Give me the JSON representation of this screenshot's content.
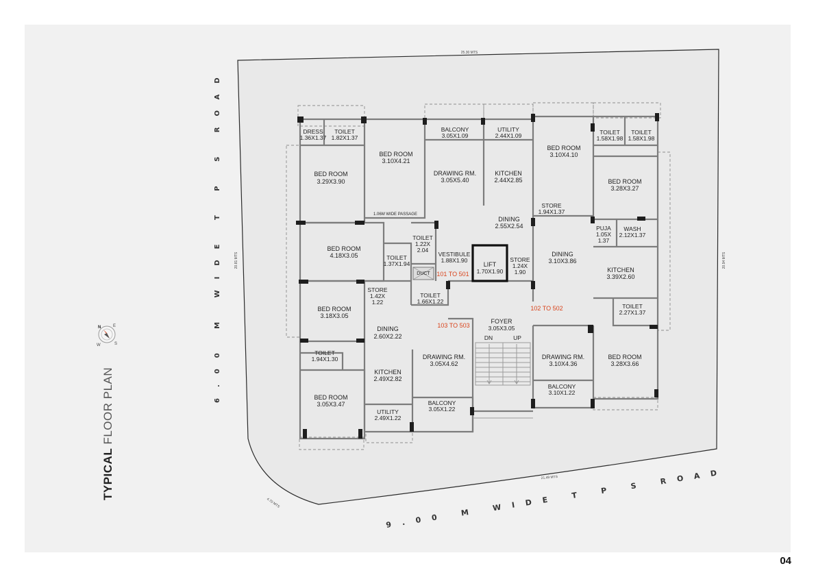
{
  "title": {
    "bold": "TYPICAL",
    "rest": "FLOOR PLAN"
  },
  "page_number": "04",
  "compass": {
    "n": "N",
    "e": "E",
    "s": "S",
    "w": "W"
  },
  "roads": {
    "left": "6.00 M WIDE T P S ROAD",
    "bottom": "9.00 M WIDE T P S ROAD"
  },
  "plot_dimensions": {
    "top": "25.30 MTS",
    "left": "20.81 MTS",
    "right": "20.94 MTS",
    "bottom": "21.49 MTS",
    "corner": "4.70 MTS"
  },
  "passage": "1.06M WIDE PASSAGE",
  "flat_numbers": {
    "a": "101 TO 501",
    "b": "102 TO 502",
    "c": "103 TO 503"
  },
  "rooms": {
    "dress": {
      "name": "DRESS",
      "size": "1.36X1.37"
    },
    "toilet_a1": {
      "name": "TOILET",
      "size": "1.82X1.37"
    },
    "bed_a1": {
      "name": "BED ROOM",
      "size": "3.10X4.21"
    },
    "bed_a2": {
      "name": "BED ROOM",
      "size": "3.29X3.90"
    },
    "balcony_a": {
      "name": "BALCONY",
      "size": "3.05X1.09"
    },
    "utility_a": {
      "name": "UTILITY",
      "size": "2.44X1.09"
    },
    "drawing_a": {
      "name": "DRAWING RM.",
      "size": "3.05X5.40"
    },
    "kitchen_a": {
      "name": "KITCHEN",
      "size": "2.44X2.85"
    },
    "dining_a": {
      "name": "DINING",
      "size": "2.55X2.54"
    },
    "bed_b1": {
      "name": "BED ROOM",
      "size": "3.10X4.10"
    },
    "toilet_b1": {
      "name": "TOILET",
      "size": "1.58X1.98"
    },
    "toilet_b2": {
      "name": "TOILET",
      "size": "1.58X1.98"
    },
    "bed_b2": {
      "name": "BED ROOM",
      "size": "3.28X3.27"
    },
    "store_b": {
      "name": "STORE",
      "size": "1.94X1.37"
    },
    "puja": {
      "name": "PUJA",
      "size1": "1.05X",
      "size2": "1.37"
    },
    "wash": {
      "name": "WASH",
      "size": "2.12X1.37"
    },
    "dining_b": {
      "name": "DINING",
      "size": "3.10X3.86"
    },
    "kitchen_b": {
      "name": "KITCHEN",
      "size": "3.39X2.60"
    },
    "toilet_b3": {
      "name": "TOILET",
      "size": "2.27X1.37"
    },
    "drawing_b": {
      "name": "DRAWING RM.",
      "size": "3.10X4.36"
    },
    "bed_b3": {
      "name": "BED ROOM",
      "size": "3.28X3.66"
    },
    "balcony_b": {
      "name": "BALCONY",
      "size": "3.10X1.22"
    },
    "bed_c1": {
      "name": "BED ROOM",
      "size": "4.18X3.05"
    },
    "toilet_c1": {
      "name": "TOILET",
      "size": "1.37X1.94"
    },
    "toilet_c2": {
      "name": "TOILET",
      "size1": "1.22X",
      "size2": "2.04"
    },
    "vestibule": {
      "name": "VESTIBULE",
      "size": "1.88X1.90"
    },
    "duct": {
      "name": "DUCT"
    },
    "lift": {
      "name": "LIFT",
      "size": "1.70X1.90"
    },
    "store_lift": {
      "name": "STORE",
      "size1": "1.24X",
      "size2": "1.90"
    },
    "store_c": {
      "name": "STORE",
      "size1": "1.42X",
      "size2": "1.22"
    },
    "toilet_c3": {
      "name": "TOILET",
      "size": "1.66X1.22"
    },
    "bed_c2": {
      "name": "BED ROOM",
      "size": "3.18X3.05"
    },
    "dining_c": {
      "name": "DINING",
      "size": "2.60X2.22"
    },
    "foyer": {
      "name": "FOYER",
      "size": "3.05X3.05"
    },
    "dn": "DN",
    "up": "UP",
    "toilet_c4": {
      "name": "TOILET",
      "size": "1.94X1.30"
    },
    "kitchen_c": {
      "name": "KITCHEN",
      "size": "2.49X2.82"
    },
    "drawing_c": {
      "name": "DRAWING RM.",
      "size": "3.05X4.62"
    },
    "bed_c3": {
      "name": "BED ROOM",
      "size": "3.05X3.47"
    },
    "utility_c": {
      "name": "UTILITY",
      "size": "2.49X1.22"
    },
    "balcony_c": {
      "name": "BALCONY",
      "size": "3.05X1.22"
    }
  }
}
